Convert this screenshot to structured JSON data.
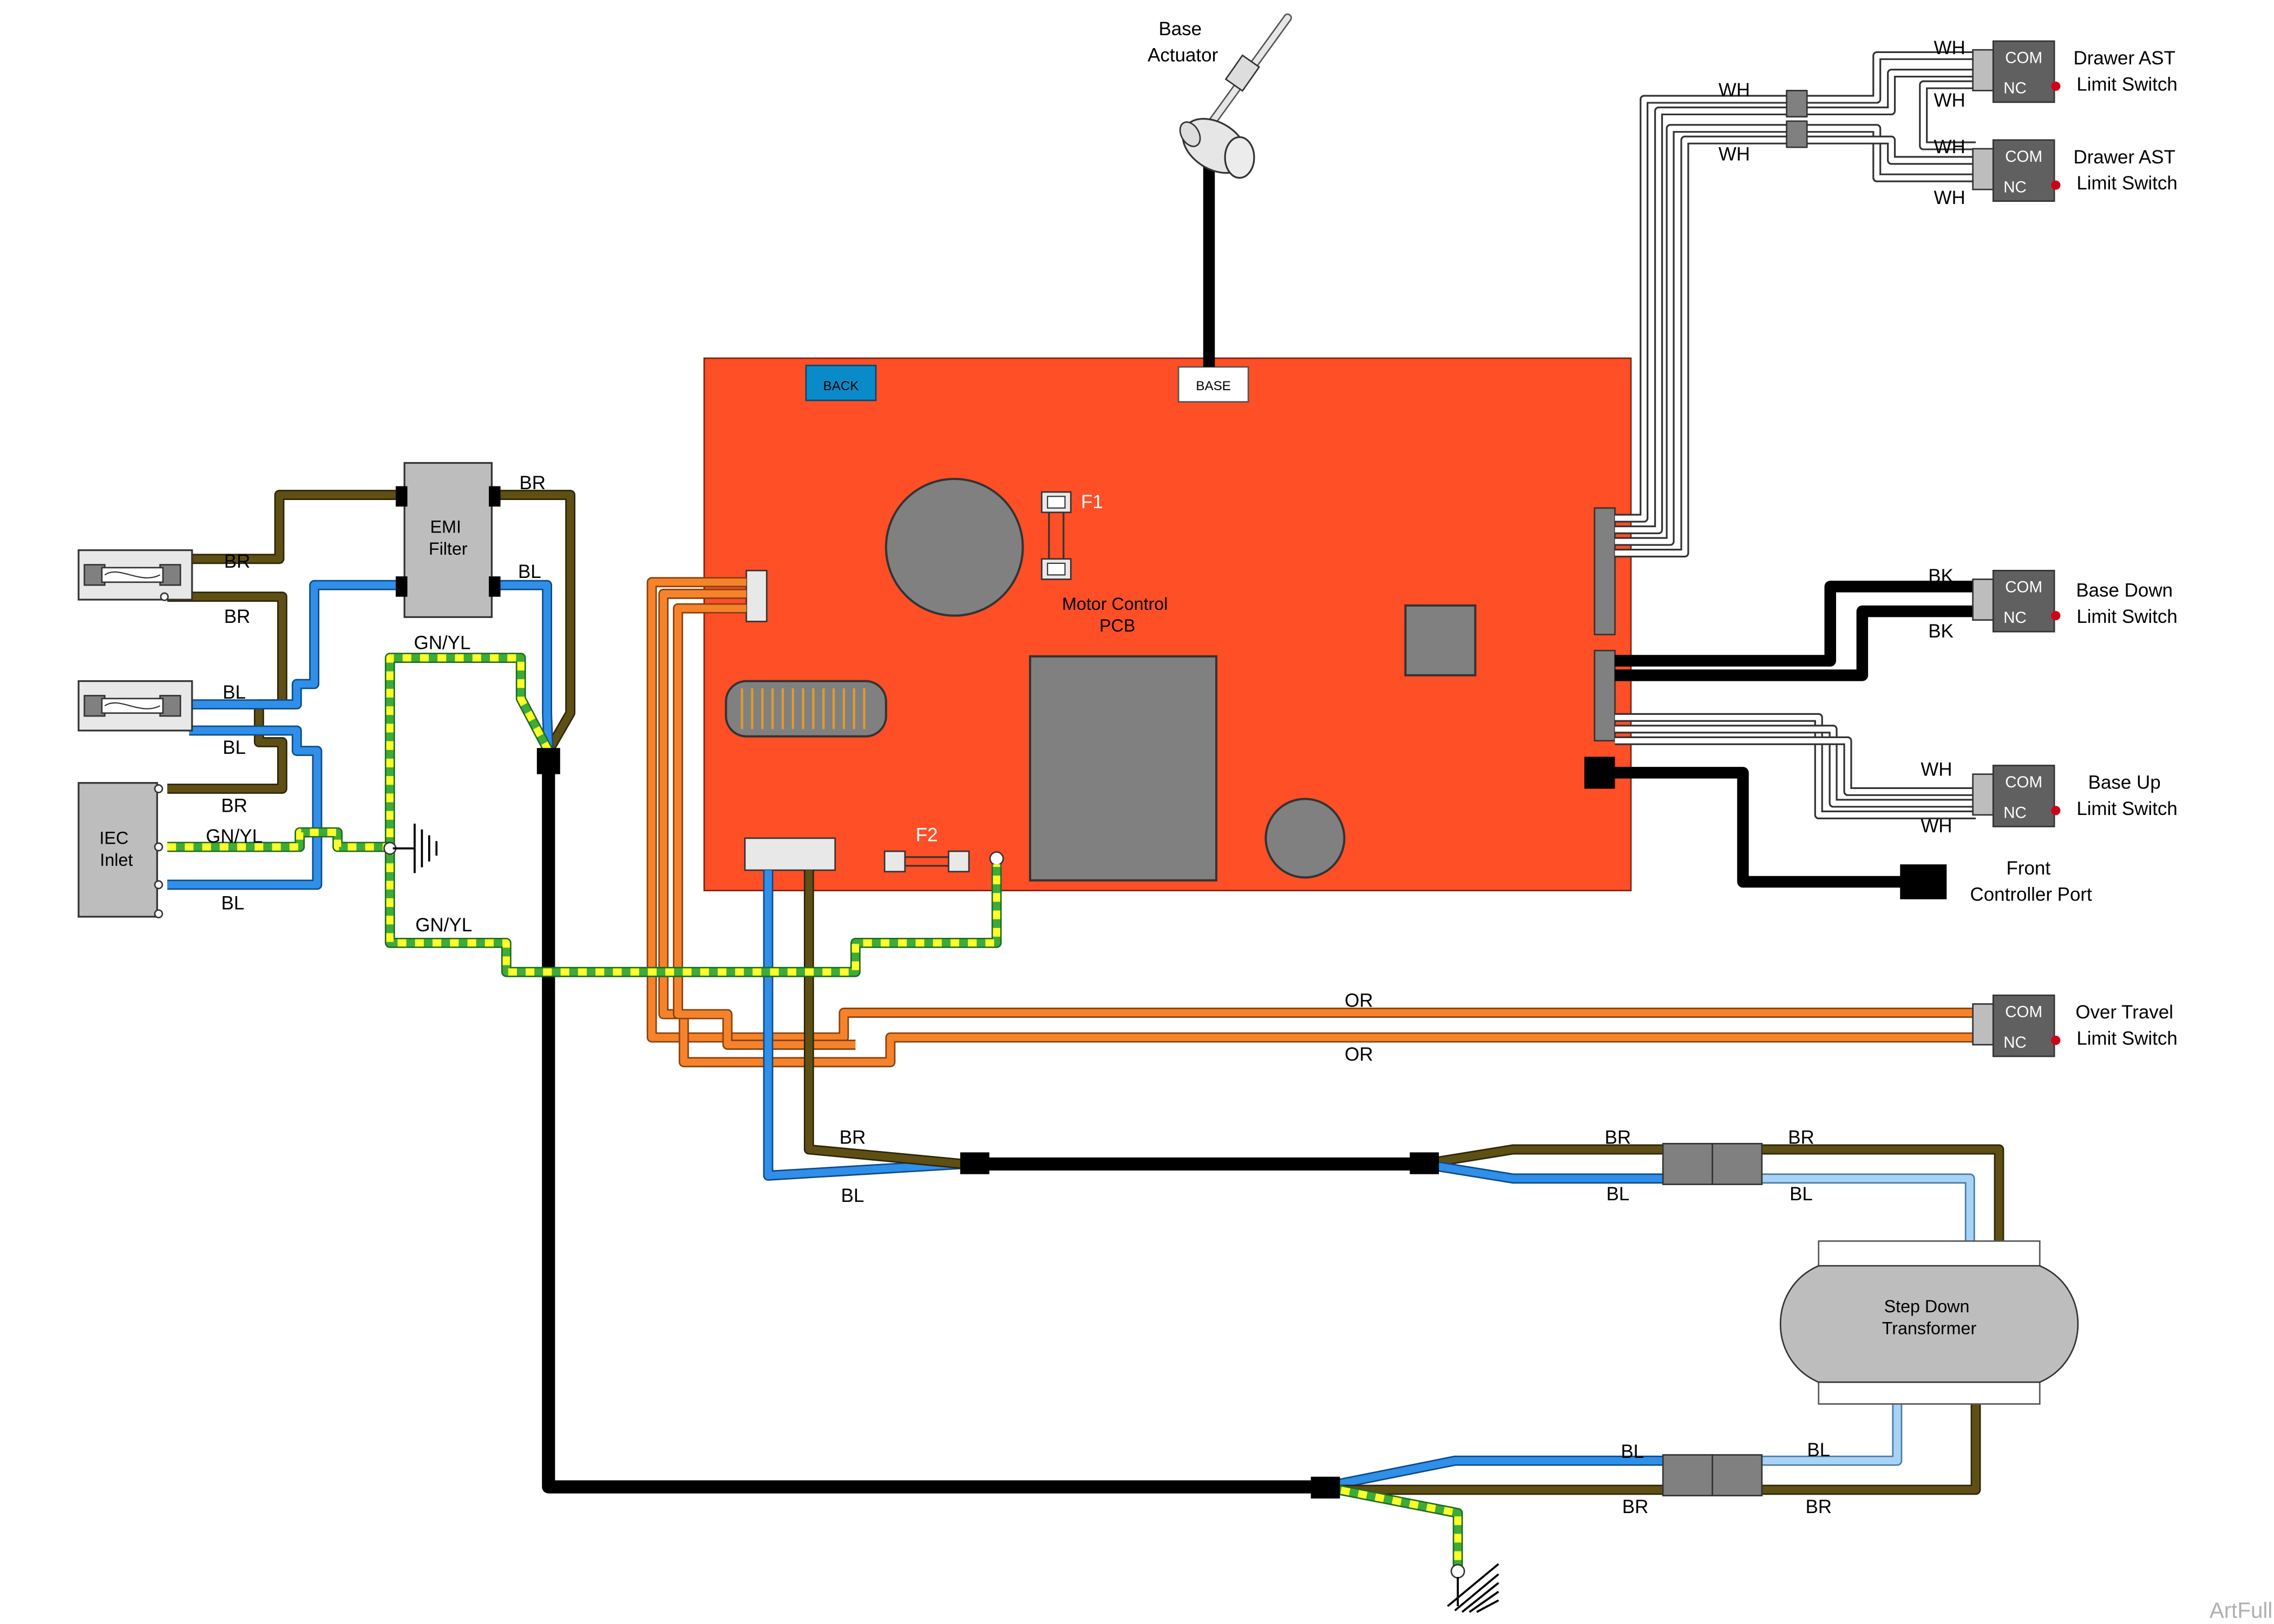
{
  "colors": {
    "brown": "#5e4f14",
    "blue": "#2f8fe9",
    "light_blue": "#a6d3f6",
    "orange": "#f5832b",
    "white_wire": "#ffffff",
    "black": "#000000",
    "green": "#3dab3a",
    "yellow": "#ffff2a",
    "pcb": "#ff4f26",
    "component_gray": "#808080",
    "light_gray": "#bdbdbd",
    "back_connector": "#0a8bc9"
  },
  "components": {
    "base_actuator": "Base\nActuator",
    "emi_filter": "EMI\nFilter",
    "iec_inlet": "IEC\nInlet",
    "pcb": {
      "title": "Motor Control\nPCB",
      "back": "BACK",
      "base": "BASE",
      "f1": "F1",
      "f2": "F2"
    },
    "transformer": "Step Down\nTransformer",
    "front_controller": "Front\nController Port",
    "switches": {
      "drawer_1": {
        "name": "Drawer AST\nLimit Switch",
        "com": "COM",
        "nc": "NC"
      },
      "drawer_2": {
        "name": "Drawer AST\nLimit Switch",
        "com": "COM",
        "nc": "NC"
      },
      "base_down": {
        "name": "Base Down\nLimit Switch",
        "com": "COM",
        "nc": "NC"
      },
      "base_up": {
        "name": "Base Up\nLimit Switch",
        "com": "COM",
        "nc": "NC"
      },
      "over_travel": {
        "name": "Over Travel\nLimit Switch",
        "com": "COM",
        "nc": "NC"
      }
    }
  },
  "wire_labels": {
    "br": "BR",
    "bl": "BL",
    "wh": "WH",
    "bk": "BK",
    "or": "OR",
    "gnyl": "GN/YL"
  },
  "icons": [
    "ground-symbol-icon",
    "fuse-icon",
    "limit-switch-icon",
    "connector-icon",
    "indicator-led-icon"
  ],
  "watermark": "ArtFull"
}
